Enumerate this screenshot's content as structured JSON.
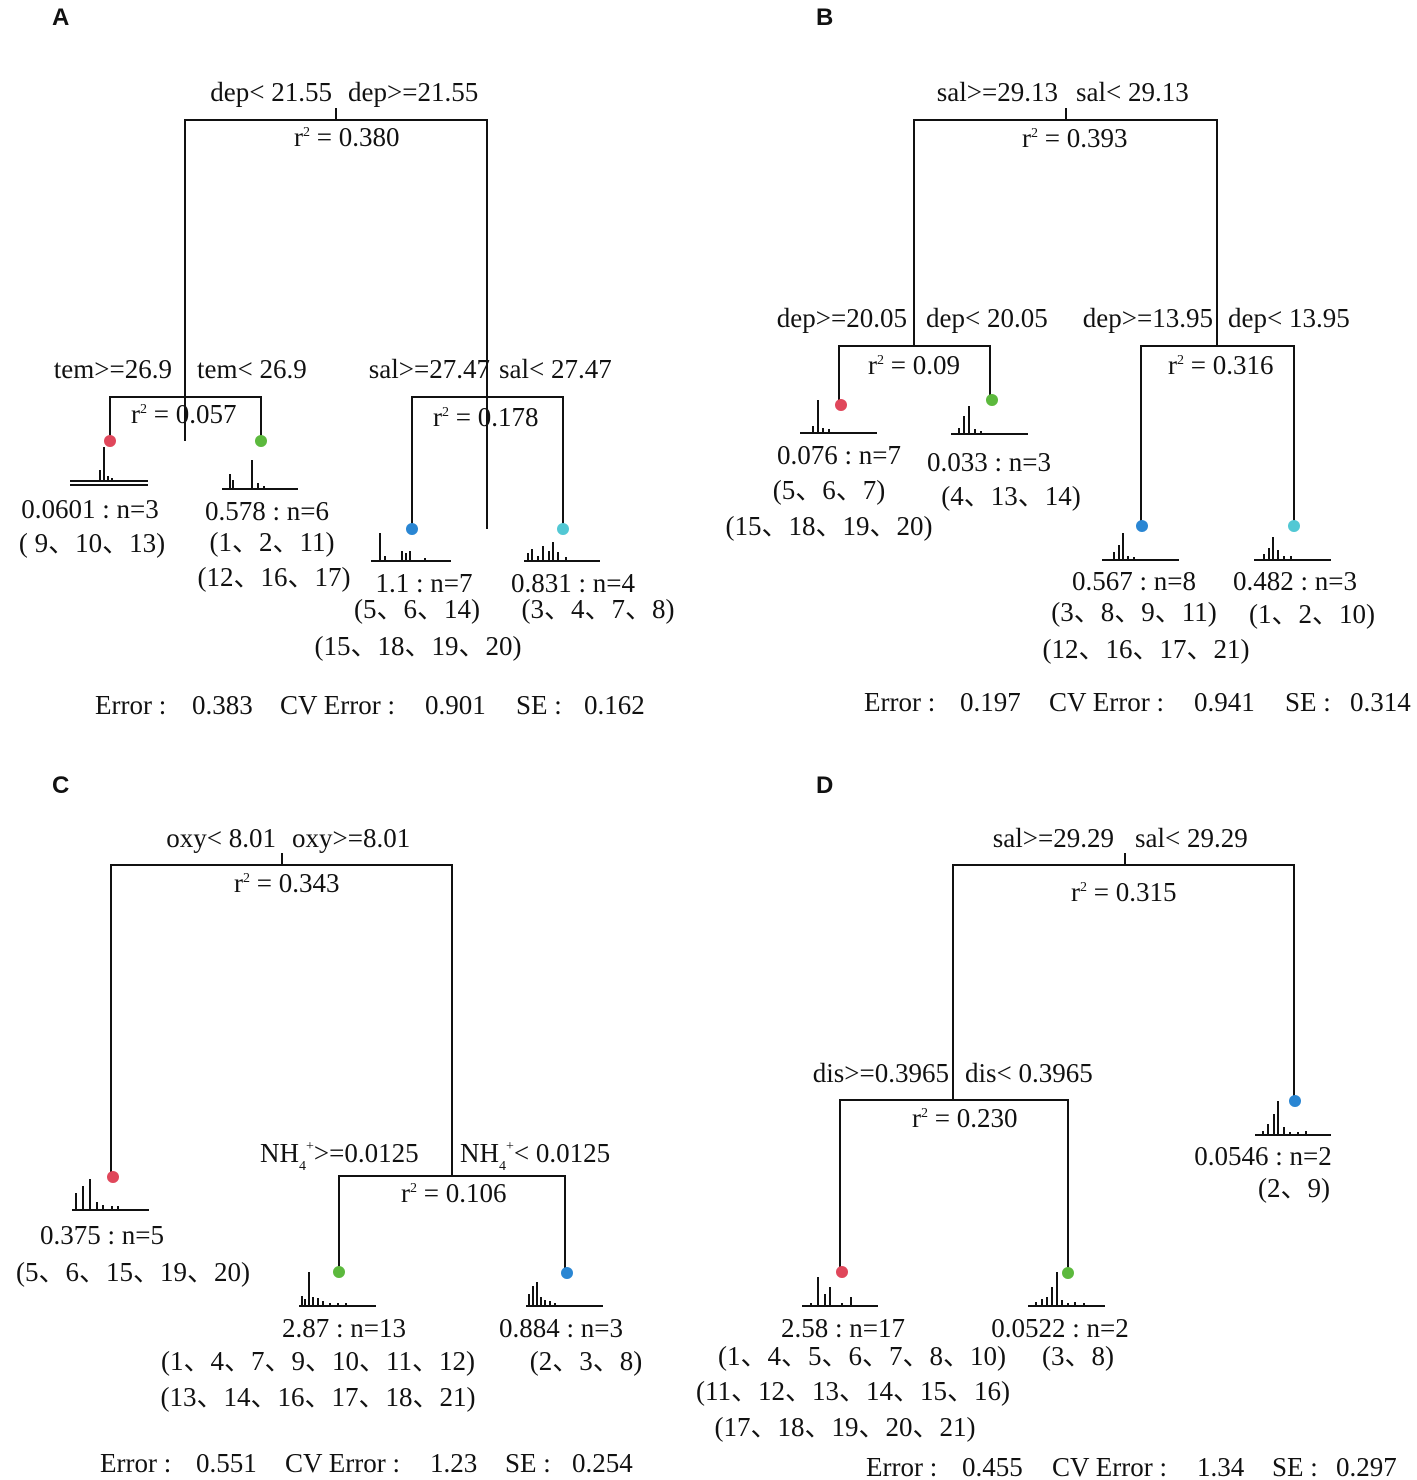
{
  "colors": {
    "red": "#e0475b",
    "green": "#5cb93d",
    "blue": "#2a86d3",
    "cyan": "#52c8d4",
    "line": "#111111"
  },
  "panels": {
    "A": {
      "label": "A",
      "root_left": "dep< 21.55",
      "root_right": "dep>=21.55",
      "root_r2": "0.380",
      "left_split_left": "tem>=26.9",
      "left_split_right": "tem< 26.9",
      "left_r2": "0.057",
      "right_split_left": "sal>=27.47",
      "right_split_right": "sal< 27.47",
      "right_r2": "0.178",
      "leaf1": {
        "value": "0.0601 : n=3",
        "sites": [
          "( 9、10、13)"
        ]
      },
      "leaf2": {
        "value": "0.578 : n=6",
        "sites": [
          "(1、2、11)",
          "(12、16、17)"
        ]
      },
      "leaf3": {
        "value": "1.1 : n=7",
        "sites": [
          "(5、6、14)",
          "(15、18、19、20)"
        ]
      },
      "leaf4": {
        "value": "0.831 : n=4",
        "sites": [
          "(3、4、7、8)"
        ]
      },
      "footer": {
        "error_label": "Error :",
        "error": "0.383",
        "cv_label": "CV Error :",
        "cv": "0.901",
        "se_label": "SE :",
        "se": "0.162"
      }
    },
    "B": {
      "label": "B",
      "root_left": "sal>=29.13",
      "root_right": "sal< 29.13",
      "root_r2": "0.393",
      "left_split_left": "dep>=20.05",
      "left_split_right": "dep< 20.05",
      "left_r2": "0.09",
      "right_split_left": "dep>=13.95",
      "right_split_right": "dep< 13.95",
      "right_r2": "0.316",
      "leaf1": {
        "value": "0.076 : n=7",
        "sites": [
          "(5、6、7)",
          "(15、18、19、20)"
        ]
      },
      "leaf2": {
        "value": "0.033 : n=3",
        "sites": [
          "(4、13、14)"
        ]
      },
      "leaf3": {
        "value": "0.567 : n=8",
        "sites": [
          "(3、8、9、11)",
          "(12、16、17、21)"
        ]
      },
      "leaf4": {
        "value": "0.482 : n=3",
        "sites": [
          "(1、2、10)"
        ]
      },
      "footer": {
        "error_label": "Error :",
        "error": "0.197",
        "cv_label": "CV Error :",
        "cv": "0.941",
        "se_label": "SE :",
        "se": "0.314"
      }
    },
    "C": {
      "label": "C",
      "root_left": "oxy< 8.01",
      "root_right": "oxy>=8.01",
      "root_r2": "0.343",
      "split_left_pre": "NH",
      "split_left_sub": "4",
      "split_left_sup": "+",
      "split_left_post": ">=0.0125",
      "split_right_pre": "NH",
      "split_right_sub": "4",
      "split_right_sup": "+",
      "split_right_post": "< 0.0125",
      "split_r2": "0.106",
      "leaf1": {
        "value": "0.375 : n=5",
        "sites": [
          "(5、6、15、19、20)"
        ]
      },
      "leaf2": {
        "value": "2.87 : n=13",
        "sites": [
          "(1、4、7、9、10、11、12)",
          "(13、14、16、17、18、21)"
        ]
      },
      "leaf3": {
        "value": "0.884 : n=3",
        "sites": [
          "(2、3、8)"
        ]
      },
      "footer": {
        "error_label": "Error :",
        "error": "0.551",
        "cv_label": "CV Error :",
        "cv": "1.23",
        "se_label": "SE :",
        "se": "0.254"
      }
    },
    "D": {
      "label": "D",
      "root_left": "sal>=29.29",
      "root_right": "sal< 29.29",
      "root_r2": "0.315",
      "split_left": "dis>=0.3965",
      "split_right": "dis< 0.3965",
      "split_r2": "0.230",
      "leaf1": {
        "value": "2.58 : n=17",
        "sites": [
          "(1、4、5、6、7、8、10)",
          "(11、12、13、14、15、16)",
          "(17、18、19、20、21)"
        ]
      },
      "leaf2": {
        "value": "0.0522 : n=2",
        "sites": [
          "(3、8)"
        ]
      },
      "leaf3": {
        "value": "0.0546 : n=2",
        "sites": [
          "(2、9)"
        ]
      },
      "footer": {
        "error_label": "Error :",
        "error": "0.455",
        "cv_label": "CV Error :",
        "cv": "1.34",
        "se_label": "SE :",
        "se": "0.297"
      }
    }
  }
}
